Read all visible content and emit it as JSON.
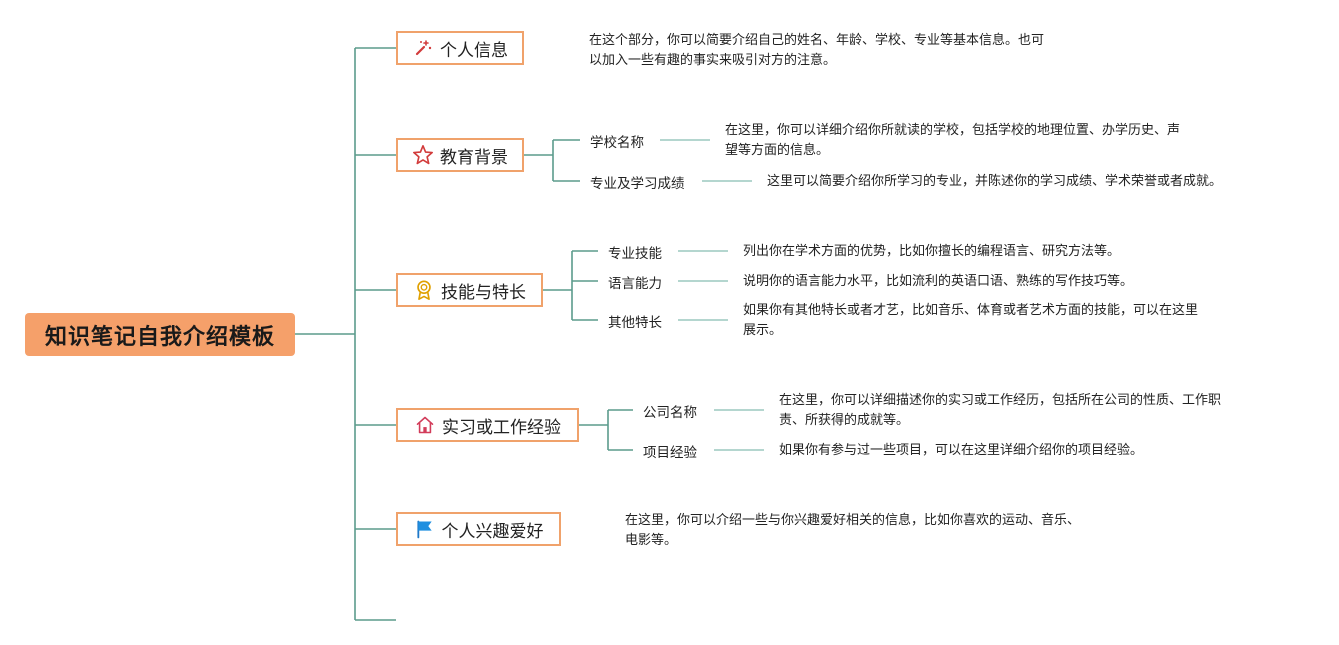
{
  "root": {
    "title": "知识笔记自我介绍模板"
  },
  "branches": [
    {
      "label": "个人信息",
      "icon": "sparkle-icon",
      "desc": [
        "在这个部分，你可以简要介绍自己的姓名、年龄、学校、专业等基本信息。也可",
        "以加入一些有趣的事实来吸引对方的注意。"
      ]
    },
    {
      "label": "教育背景",
      "icon": "star-outline-icon",
      "children": [
        {
          "label": "学校名称",
          "desc": [
            "在这里，你可以详细介绍你所就读的学校，包括学校的地理位置、办学历史、声",
            "望等方面的信息。"
          ]
        },
        {
          "label": "专业及学习成绩",
          "desc": [
            "这里可以简要介绍你所学习的专业，并陈述你的学习成绩、学术荣誉或者成就。"
          ]
        }
      ]
    },
    {
      "label": "技能与特长",
      "icon": "award-medal-icon",
      "children": [
        {
          "label": "专业技能",
          "desc": [
            "列出你在学术方面的优势，比如你擅长的编程语言、研究方法等。"
          ]
        },
        {
          "label": "语言能力",
          "desc": [
            "说明你的语言能力水平，比如流利的英语口语、熟练的写作技巧等。"
          ]
        },
        {
          "label": "其他特长",
          "desc": [
            "如果你有其他特长或者才艺，比如音乐、体育或者艺术方面的技能，可以在这里",
            "展示。"
          ]
        }
      ]
    },
    {
      "label": "实习或工作经验",
      "icon": "house-icon",
      "children": [
        {
          "label": "公司名称",
          "desc": [
            "在这里，你可以详细描述你的实习或工作经历，包括所在公司的性质、工作职",
            "责、所获得的成就等。"
          ]
        },
        {
          "label": "项目经验",
          "desc": [
            "如果你有参与过一些项目，可以在这里详细介绍你的项目经验。"
          ]
        }
      ]
    },
    {
      "label": "个人兴趣爱好",
      "icon": "flag-icon",
      "desc": [
        "在这里，你可以介绍一些与你兴趣爱好相关的信息，比如你喜欢的运动、音乐、",
        "电影等。"
      ]
    }
  ],
  "colors": {
    "root_fill": "#f5a06a",
    "node_border": "#f0a26b",
    "connector": "#5b9b8c"
  }
}
